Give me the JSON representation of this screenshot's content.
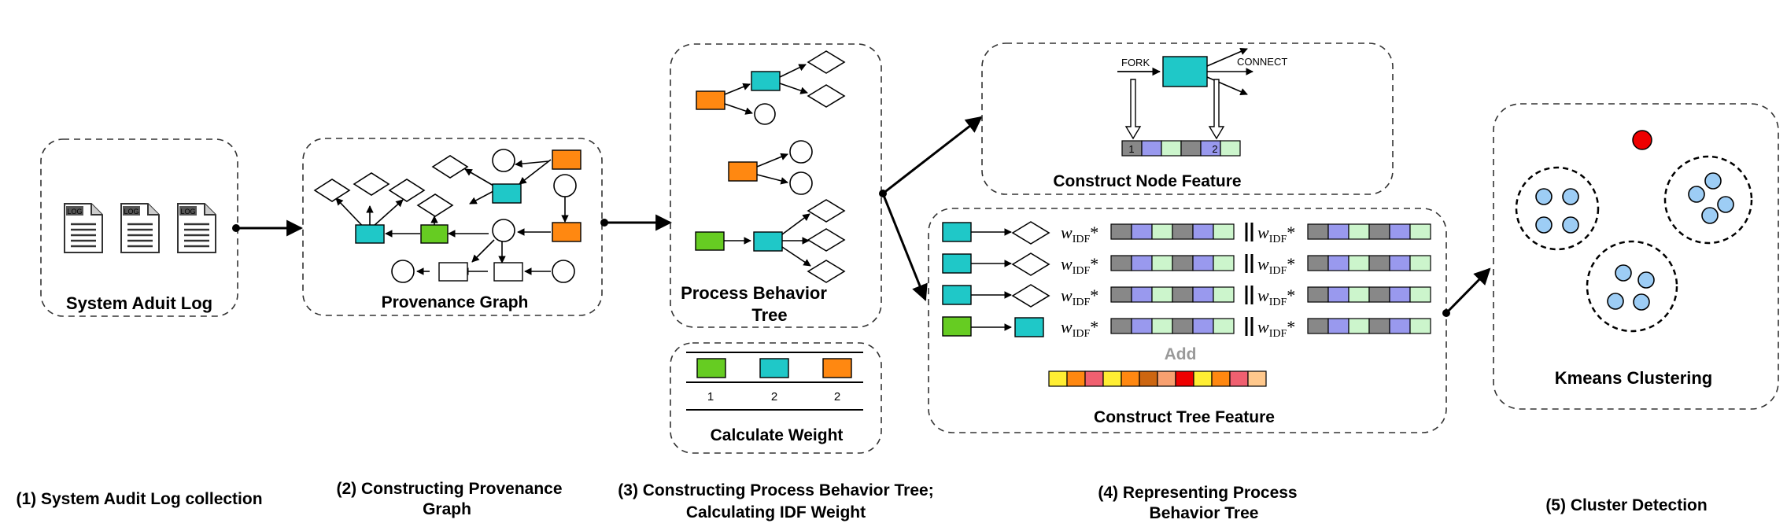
{
  "colors": {
    "teal": "#1fc8c8",
    "green": "#66cc22",
    "orange": "#ff8811",
    "purple": "#9999ee",
    "lightgreen": "#ccf5cc",
    "gray": "#888888",
    "red": "#ee0000",
    "cluster_point": "#9dcdf5"
  },
  "stages": {
    "audit_log": {
      "title": "System Aduit Log",
      "icon_label": "LOG",
      "caption": "(1) System Audit Log collection"
    },
    "provenance": {
      "title": "Provenance Graph",
      "caption_line1": "(2) Constructing Provenance",
      "caption_line2": "Graph"
    },
    "tree": {
      "title_line1": "Process Behavior",
      "title_line2": "Tree",
      "weight_title": "Calculate Weight",
      "weights": [
        "1",
        "2",
        "2"
      ],
      "caption_line1": "(3)  Constructing Process Behavior Tree;",
      "caption_line2": "Calculating IDF Weight"
    },
    "represent": {
      "node_title": "Construct Node Feature",
      "fork_label": "FORK",
      "connect_label": "CONNECT",
      "node_vec_labels": [
        "1",
        "2"
      ],
      "weight_symbol": "w",
      "weight_sub": "IDF",
      "weight_mult": "*",
      "add_label": "Add",
      "tree_title": "Construct Tree Feature",
      "caption_line1": "(4)  Representing Process",
      "caption_line2": "Behavior Tree"
    },
    "cluster": {
      "title": "Kmeans Clustering",
      "caption": "(5)  Cluster Detection"
    }
  }
}
